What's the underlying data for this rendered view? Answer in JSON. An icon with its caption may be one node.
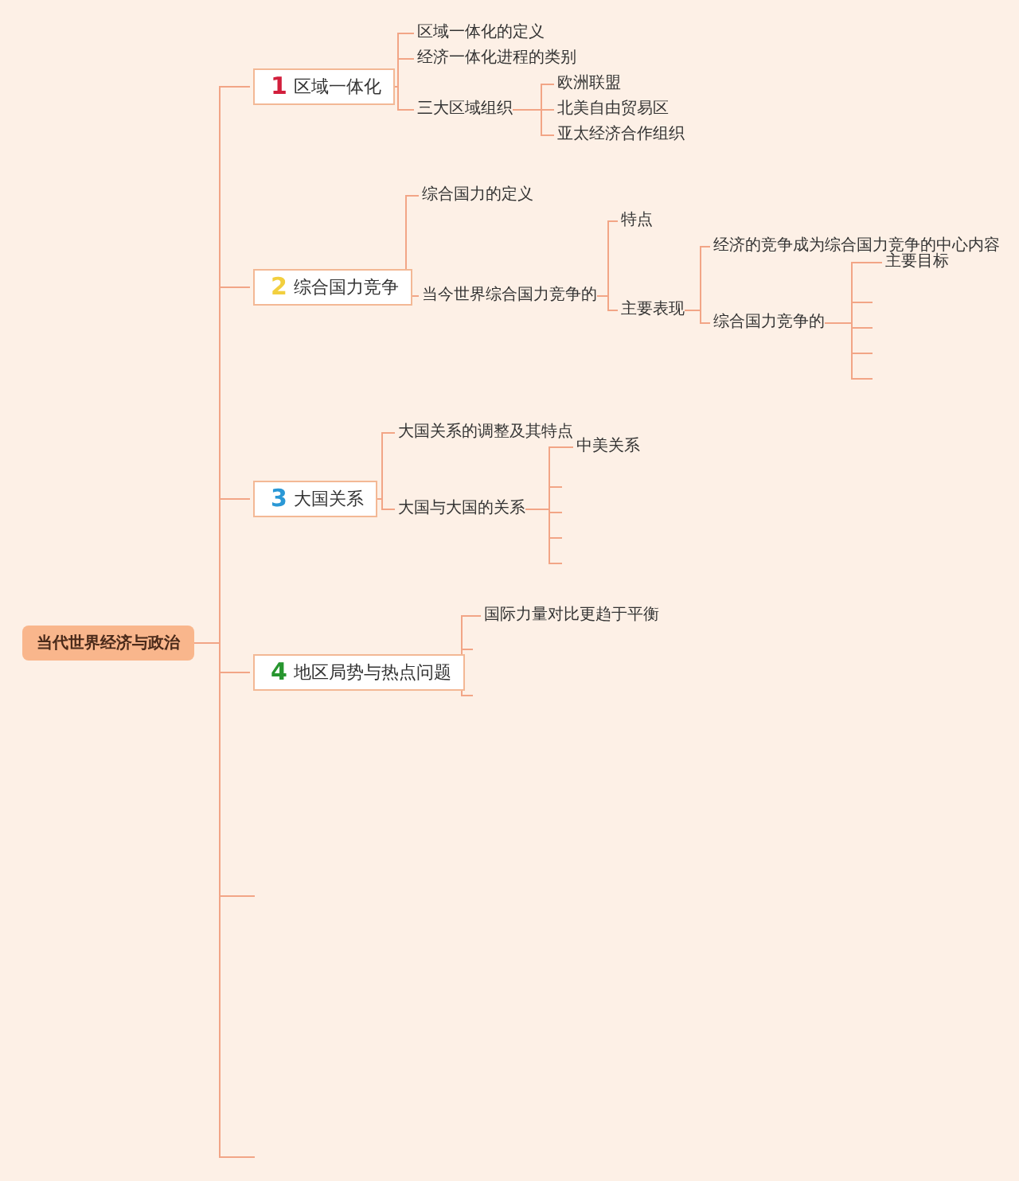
{
  "diagram": {
    "nodes": [
      {
        "text": [
          "当代世界经济与政治"
        ]
      },
      {
        "text": [
          "1",
          "区域一体化"
        ]
      },
      {
        "text": [
          "区域一体化的定义"
        ]
      },
      {
        "text": [
          "经济一体化进程的类别"
        ]
      },
      {
        "text": [
          "三大区域组织"
        ]
      },
      {
        "text": [
          "欧洲联盟"
        ]
      },
      {
        "text": [
          "北美自由贸易区"
        ]
      },
      {
        "text": [
          "亚太经济合作组织"
        ]
      },
      {
        "text": [
          "2",
          "综合国力竞争"
        ]
      },
      {
        "text": [
          "综合国力的定义"
        ]
      },
      {
        "text": [
          "当今世界综合国力竞争的"
        ]
      },
      {
        "text": [
          "特点"
        ]
      },
      {
        "text": [
          "主要表现"
        ]
      },
      {
        "text": [
          "经济的竞争成为综合国力竞争的中心内容"
        ]
      },
      {
        "text": [
          "综合国力竞争的"
        ]
      },
      {
        "text": [
          "主要目标"
        ]
      },
      {
        "text": [
          "3",
          "大国关系"
        ]
      },
      {
        "text": [
          "大国关系的调整及其特点"
        ]
      },
      {
        "text": [
          "大国与大国的关系"
        ]
      },
      {
        "text": [
          "中美关系"
        ]
      },
      {
        "text": [
          "4",
          "地区局势与热点问题"
        ]
      },
      {
        "text": [
          "国际力量对比更趋于平衡"
        ]
      }
    ],
    "edges": [
      {
        "from": 0,
        "to": 1,
        "arrow": "none"
      },
      {
        "from": 1,
        "to": 2,
        "arrow": "none"
      },
      {
        "from": 1,
        "to": 3,
        "arrow": "none"
      },
      {
        "from": 1,
        "to": 4,
        "arrow": "none"
      },
      {
        "from": 4,
        "to": 5,
        "arrow": "none"
      },
      {
        "from": 4,
        "to": 6,
        "arrow": "none"
      },
      {
        "from": 4,
        "to": 7,
        "arrow": "none"
      },
      {
        "from": 0,
        "to": 8,
        "arrow": "none"
      },
      {
        "from": 8,
        "to": 9,
        "arrow": "none"
      },
      {
        "from": 8,
        "to": 10,
        "arrow": "none"
      },
      {
        "from": 10,
        "to": 11,
        "arrow": "none"
      },
      {
        "from": 10,
        "to": 12,
        "arrow": "none"
      },
      {
        "from": 12,
        "to": 13,
        "arrow": "none"
      },
      {
        "from": 12,
        "to": 14,
        "arrow": "none"
      },
      {
        "from": 14,
        "to": 15,
        "arrow": "none"
      },
      {
        "from": 14,
        "to": null,
        "arrow": "none"
      },
      {
        "from": 14,
        "to": null,
        "arrow": "none"
      },
      {
        "from": 14,
        "to": null,
        "arrow": "none"
      },
      {
        "from": 14,
        "to": null,
        "arrow": "none"
      },
      {
        "from": 0,
        "to": 16,
        "arrow": "none"
      },
      {
        "from": 16,
        "to": 17,
        "arrow": "none"
      },
      {
        "from": 16,
        "to": 18,
        "arrow": "none"
      },
      {
        "from": 18,
        "to": 19,
        "arrow": "none"
      },
      {
        "from": 18,
        "to": null,
        "arrow": "none"
      },
      {
        "from": 18,
        "to": null,
        "arrow": "none"
      },
      {
        "from": 18,
        "to": null,
        "arrow": "none"
      },
      {
        "from": 18,
        "to": null,
        "arrow": "none"
      },
      {
        "from": 0,
        "to": 20,
        "arrow": "none"
      },
      {
        "from": 20,
        "to": 21,
        "arrow": "none"
      },
      {
        "from": 20,
        "to": null,
        "arrow": "none"
      },
      {
        "from": 20,
        "to": null,
        "arrow": "none"
      },
      {
        "from": 0,
        "to": null,
        "arrow": "none"
      },
      {
        "from": 0,
        "to": null,
        "arrow": "none"
      }
    ]
  }
}
